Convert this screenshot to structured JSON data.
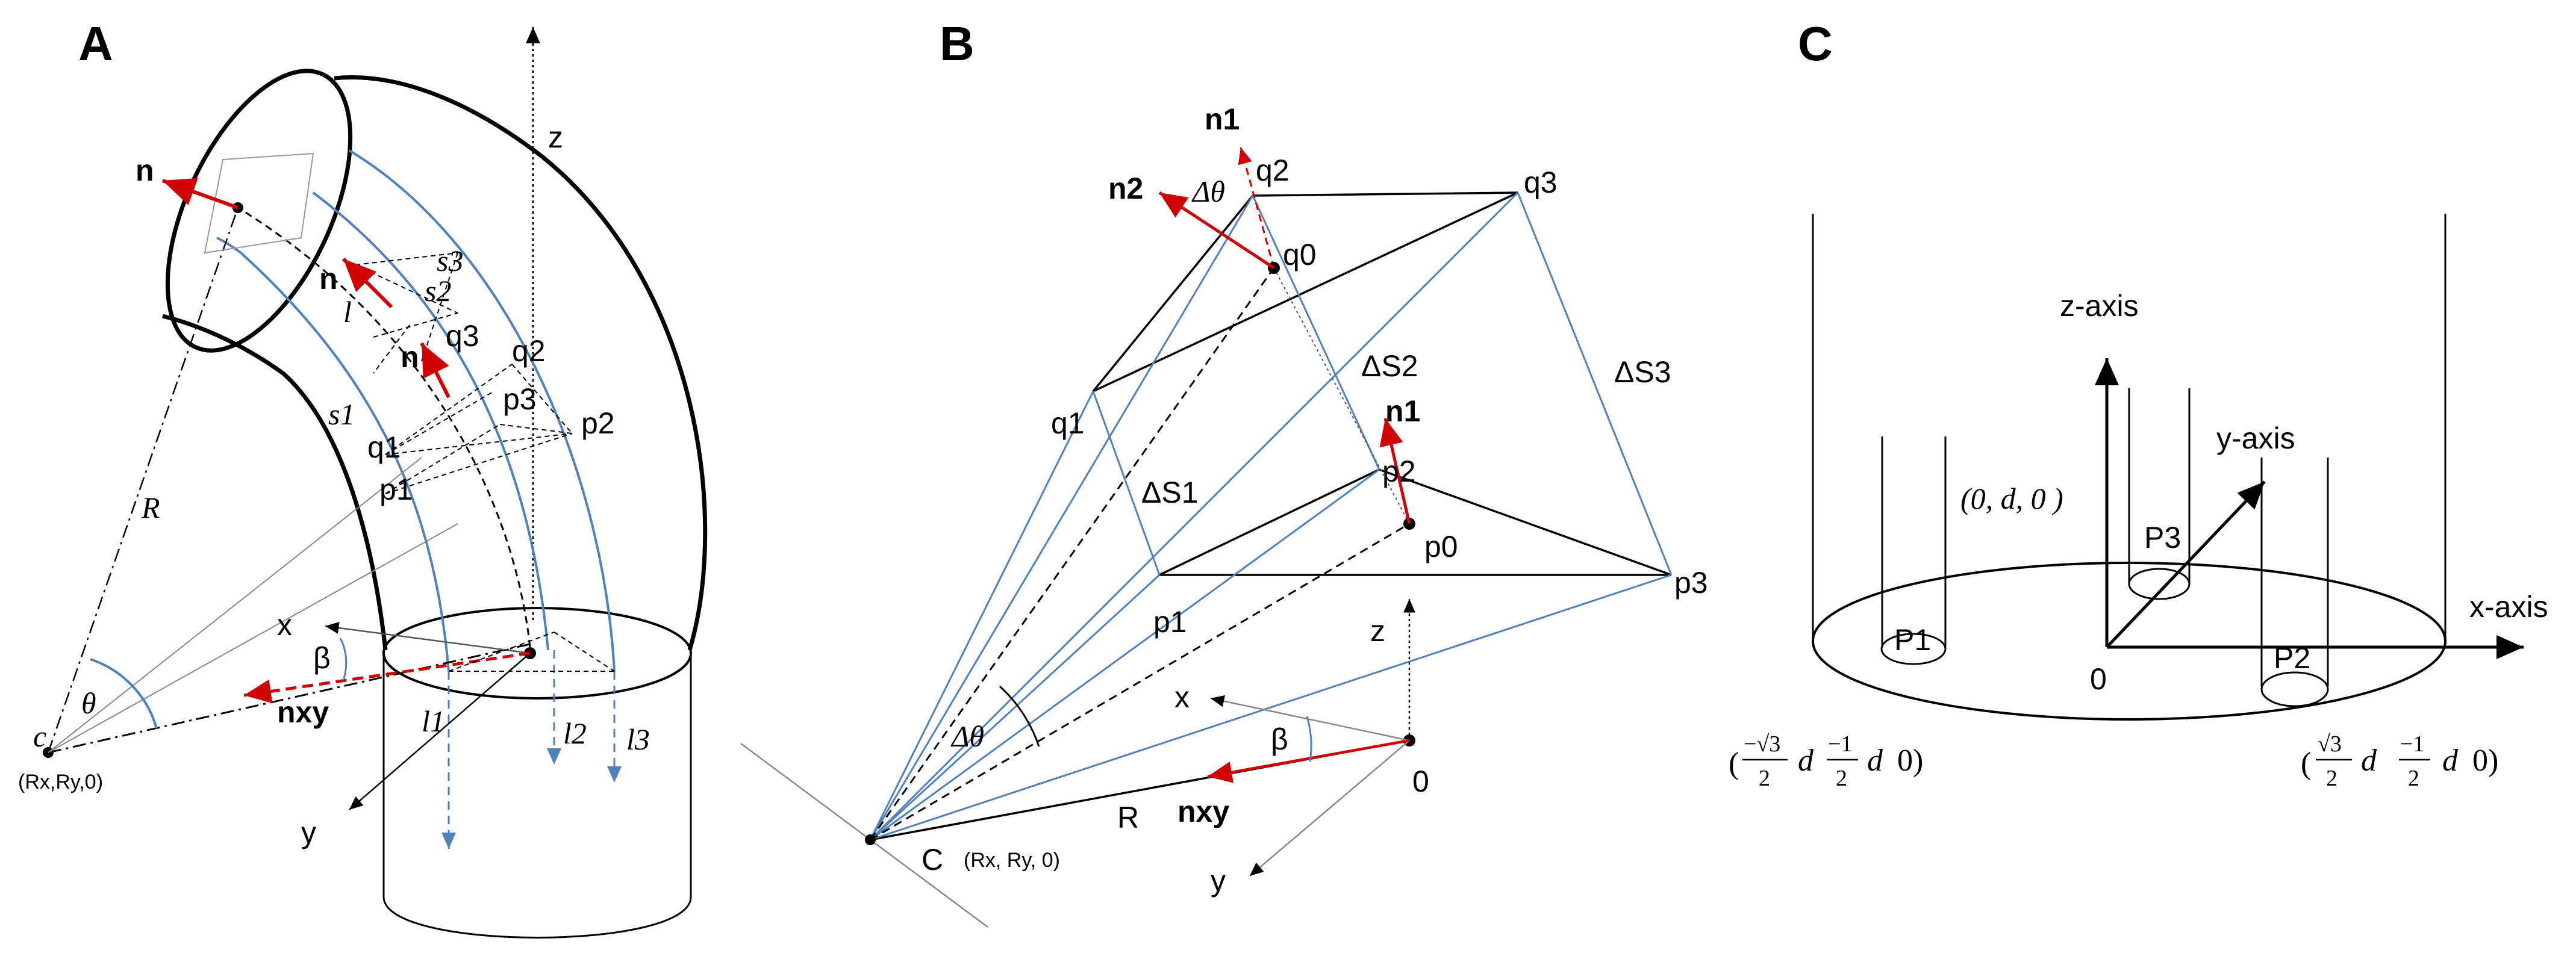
{
  "panels": {
    "a": {
      "label": "A",
      "normal": "n",
      "normal_xy": "nxy",
      "axis_x": "x",
      "axis_y": "y",
      "axis_z": "z",
      "radius": "R",
      "theta": "θ",
      "beta": "β",
      "center": "c",
      "center_coords": "(Rx,Ry,0)",
      "lengths": [
        "l1",
        "l2",
        "l3"
      ],
      "arc_labels": [
        "s1",
        "s2",
        "s3"
      ],
      "arc_length": "l",
      "points_p": [
        "p1",
        "p2",
        "p3"
      ],
      "points_q": [
        "q1",
        "q2",
        "q3"
      ]
    },
    "b": {
      "label": "B",
      "normals": [
        "n1",
        "n2",
        "n1"
      ],
      "delta_theta": "Δθ",
      "points_q": [
        "q0",
        "q1",
        "q2",
        "q3"
      ],
      "points_p": [
        "p0",
        "p1",
        "p2",
        "p3"
      ],
      "delta_s": [
        "ΔS1",
        "ΔS2",
        "ΔS3"
      ],
      "axis_x": "x",
      "axis_y": "y",
      "axis_z": "z",
      "beta": "β",
      "origin": "0",
      "radius": "R",
      "normal_xy": "nxy",
      "center": "C",
      "center_coords": "(Rx, Ry, 0)"
    },
    "c": {
      "label": "C",
      "z_axis": "z-axis",
      "y_axis": "y-axis",
      "x_axis": "x-axis",
      "origin": "0",
      "p3_coords": "(0, d, 0 )",
      "tube_labels": [
        "P1",
        "P2",
        "P3"
      ],
      "p1_coords": {
        "open": "(",
        "num1": "−√3",
        "den1": "2",
        "var1": "d",
        "num2": "−1",
        "den2": "2",
        "var2": "d",
        "tail": "0)"
      },
      "p2_coords": {
        "open": "(",
        "num1": "√3",
        "den1": "2",
        "var1": "d",
        "num2": "−1",
        "den2": "2",
        "var2": "d",
        "tail": "0)"
      }
    }
  },
  "colors": {
    "outline": "#000000",
    "tube_blue": "#4f81bd",
    "normal_red": "#d00000"
  }
}
